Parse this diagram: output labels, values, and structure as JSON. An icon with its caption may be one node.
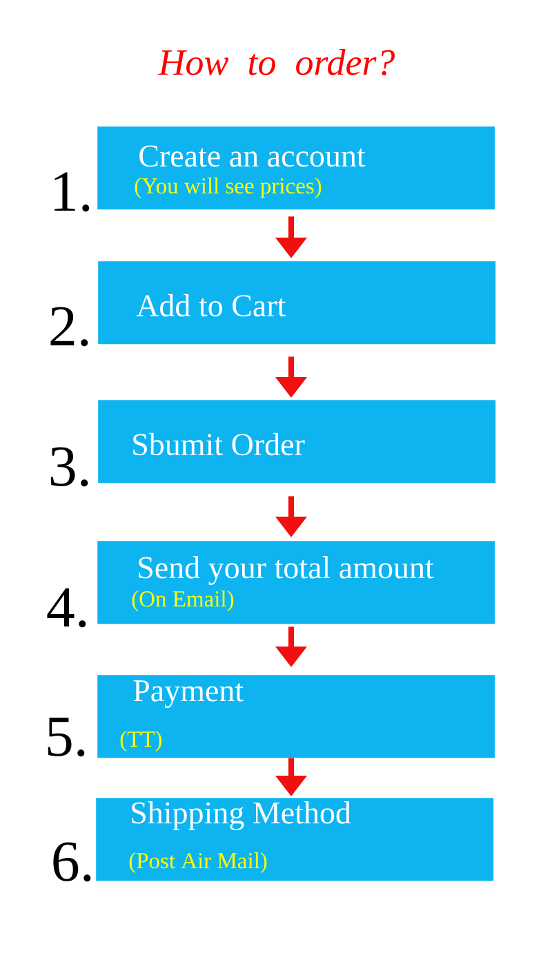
{
  "diagram": {
    "title": "How to order?",
    "nodes": [
      {
        "text": [
          "Create an account",
          "(You will see prices)"
        ],
        "beside": [
          "1."
        ]
      },
      {
        "text": [
          "Add to Cart"
        ],
        "beside": [
          "2."
        ]
      },
      {
        "text": [
          "Sbumit Order"
        ],
        "beside": [
          "3."
        ]
      },
      {
        "text": [
          "Send your total amount",
          "(On Email)"
        ],
        "beside": [
          "4."
        ]
      },
      {
        "text": [
          "Payment",
          "(TT)"
        ],
        "beside": [
          "5."
        ]
      },
      {
        "text": [
          "Shipping Method",
          "(Post Air Mail)"
        ],
        "beside": [
          "6."
        ]
      }
    ],
    "edges": [
      {
        "from": 0,
        "to": 1,
        "arrow": "to"
      },
      {
        "from": 1,
        "to": 2,
        "arrow": "to"
      },
      {
        "from": 2,
        "to": 3,
        "arrow": "to"
      },
      {
        "from": 3,
        "to": 4,
        "arrow": "to"
      },
      {
        "from": 4,
        "to": 5,
        "arrow": "to"
      }
    ]
  }
}
